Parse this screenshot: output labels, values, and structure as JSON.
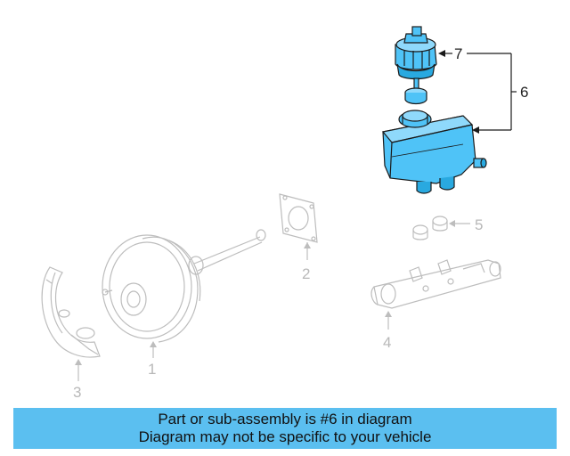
{
  "callouts": {
    "c1": "1",
    "c2": "2",
    "c3": "3",
    "c4": "4",
    "c5": "5",
    "c6": "6",
    "c7": "7"
  },
  "highlighted_part": {
    "number": "6",
    "color": "#4fc3f7",
    "outline": "#1a1a1a"
  },
  "banner": {
    "line1": "Part or sub-assembly is #6 in diagram",
    "line2": "Diagram may not be specific to your vehicle",
    "background": "#5bbff0"
  }
}
